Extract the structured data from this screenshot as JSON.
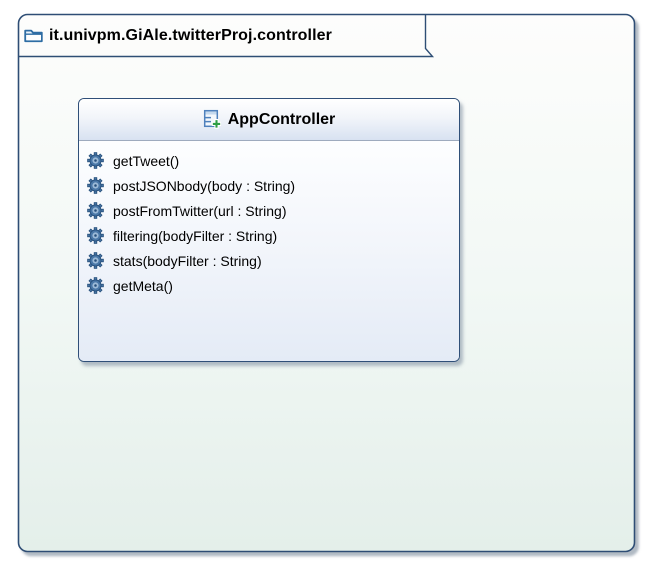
{
  "package": {
    "title": "it.univpm.GiAle.twitterProj.controller",
    "icon": "folder-icon"
  },
  "class_box": {
    "title": "AppController",
    "icon": "class-add-icon",
    "method_icon": "gear-icon",
    "methods": [
      "getTweet()",
      "postJSONbody(body : String)",
      "postFromTwitter(url : String)",
      "filtering(bodyFilter : String)",
      "stats(bodyFilter : String)",
      "getMeta()"
    ]
  },
  "colors": {
    "outline_navy": "#2e4e75",
    "package_fill_top": "#fdfdfc",
    "package_fill_bottom": "#e4efea",
    "class_header_bottom": "#d8e2f1",
    "class_body_bottom": "#e4ebf6",
    "compartment_divider": "#9eabbe",
    "gear_blue": "#4a78a8",
    "plus_green": "#2f9e44",
    "folder_blue": "#2e6da4",
    "shadow": "#7b8b9c"
  }
}
